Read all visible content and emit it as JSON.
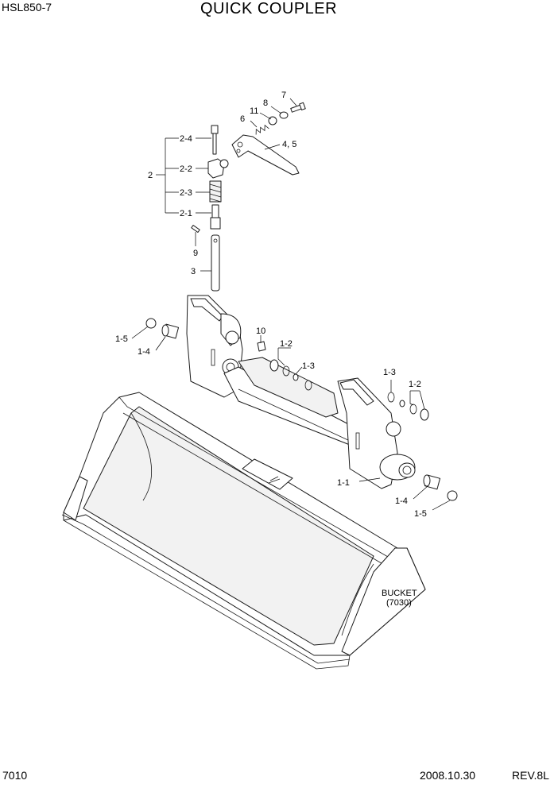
{
  "header": {
    "model": "HSL850-7",
    "title": "QUICK COUPLER"
  },
  "footer": {
    "page_number": "7010",
    "date": "2008.10.30",
    "revision": "REV.8L"
  },
  "callouts": {
    "c7": "7",
    "c8": "8",
    "c11": "11",
    "c6": "6",
    "c45": "4, 5",
    "c2": "2",
    "c24": "2-4",
    "c22": "2-2",
    "c23": "2-3",
    "c21": "2-1",
    "c9": "9",
    "c3": "3",
    "c10": "10",
    "c15a": "1-5",
    "c14a": "1-4",
    "c12a": "1-2",
    "c13a": "1-3",
    "c13b": "1-3",
    "c12b": "1-2",
    "c11b": "1-1",
    "c14b": "1-4",
    "c15b": "1-5"
  },
  "bucket_label": {
    "line1": "BUCKET",
    "line2": "(7030)"
  }
}
